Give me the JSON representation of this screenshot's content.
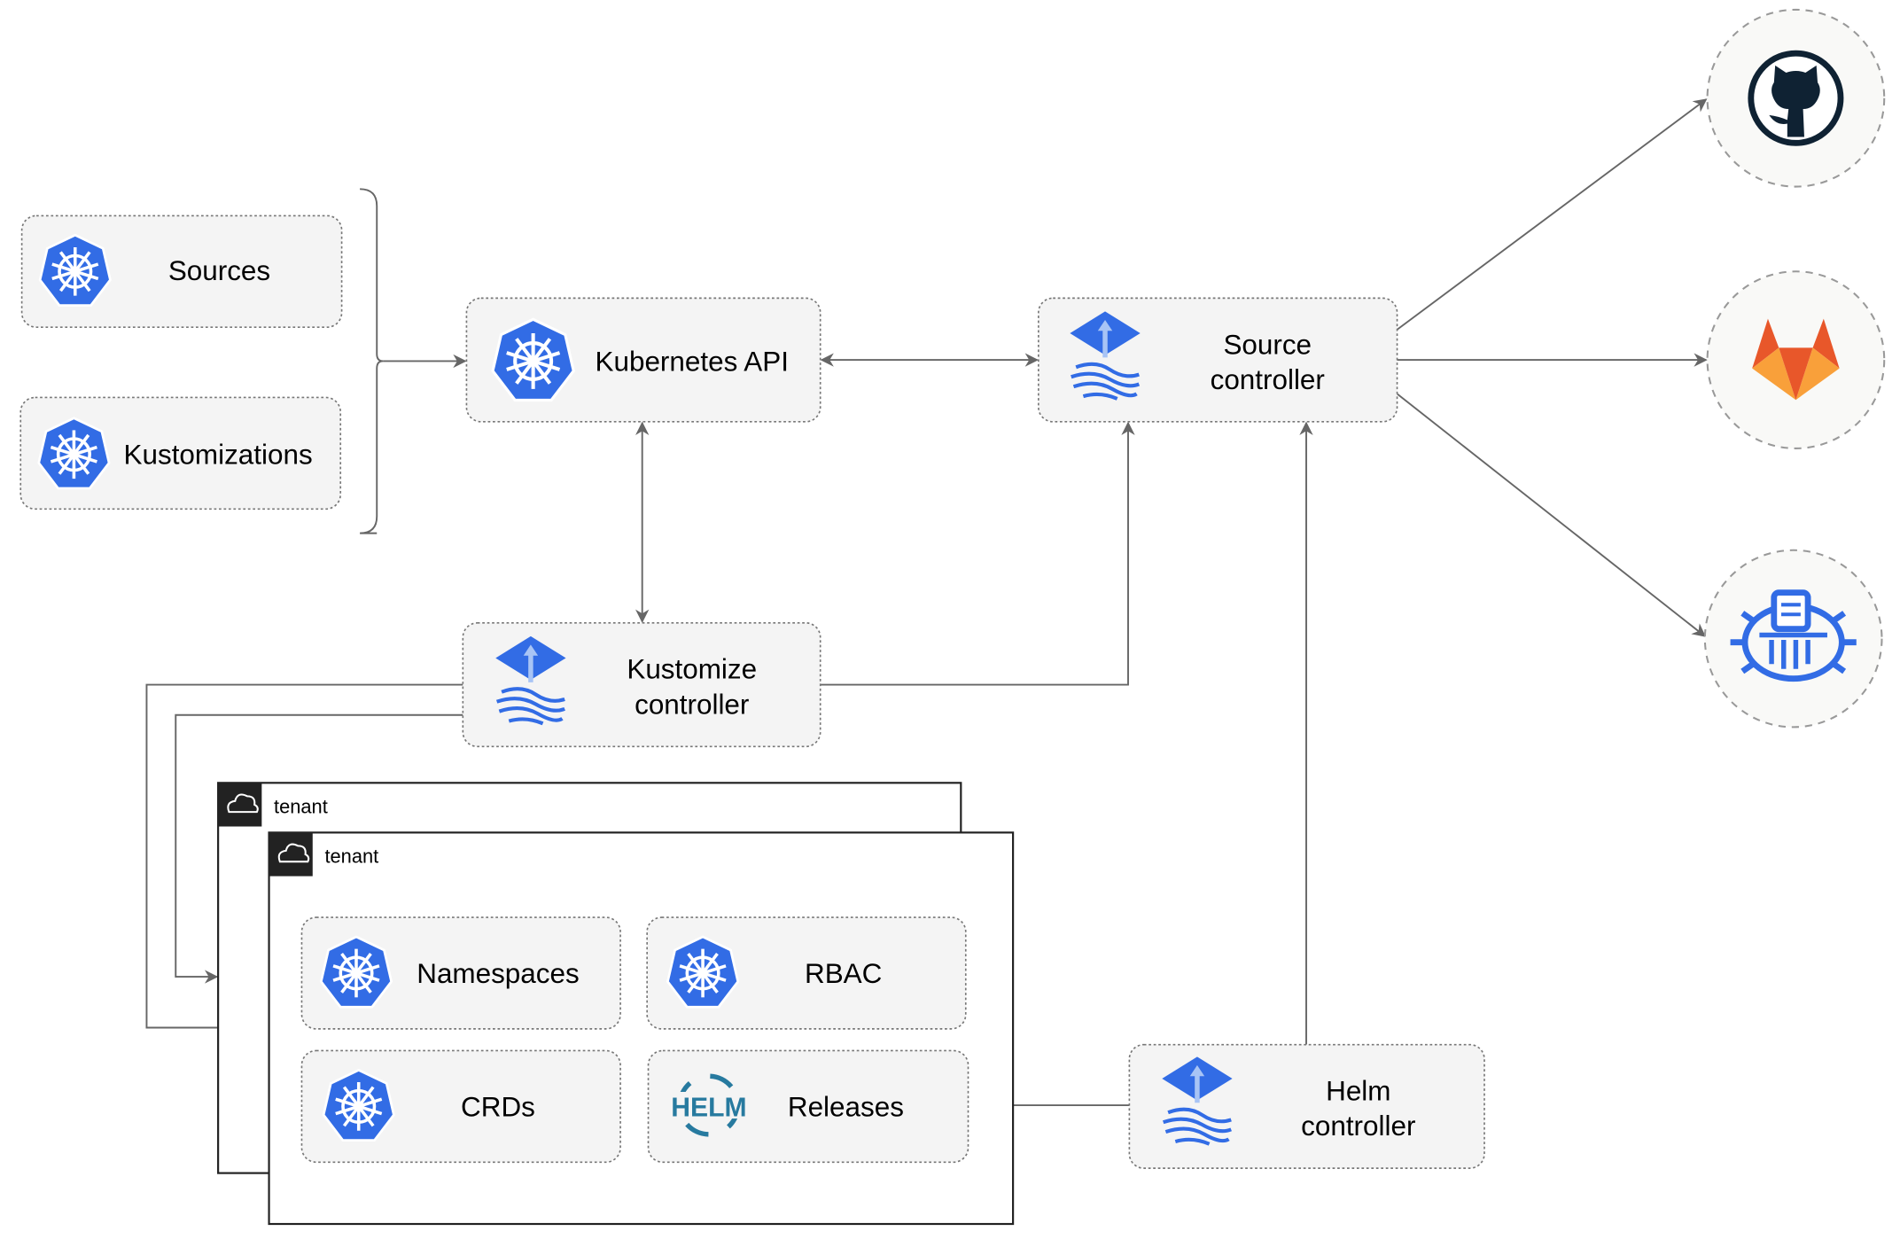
{
  "diagram": {
    "inputs": {
      "sources": "Sources",
      "kustomizations": "Kustomizations"
    },
    "kubernetes_api": "Kubernetes API",
    "source_controller": {
      "line1": "Source",
      "line2": "controller"
    },
    "kustomize_controller": {
      "line1": "Kustomize",
      "line2": "controller"
    },
    "helm_controller": {
      "line1": "Helm",
      "line2": "controller"
    },
    "tenants": [
      {
        "label": "tenant"
      },
      {
        "label": "tenant"
      }
    ],
    "tenant_resources": {
      "namespaces": "Namespaces",
      "rbac": "RBAC",
      "crds": "CRDs",
      "releases": "Releases",
      "helm_logo": "HELM"
    },
    "external_sources": [
      {
        "icon": "github-icon"
      },
      {
        "icon": "gitlab-icon"
      },
      {
        "icon": "bucket-icon"
      }
    ],
    "colors": {
      "kubernetes_blue": "#326ce5",
      "github_dark": "#0f2233",
      "gitlab_orange": "#e8572a",
      "gitlab_yellow": "#f9a03a",
      "helm_blue": "#277a9f"
    }
  }
}
